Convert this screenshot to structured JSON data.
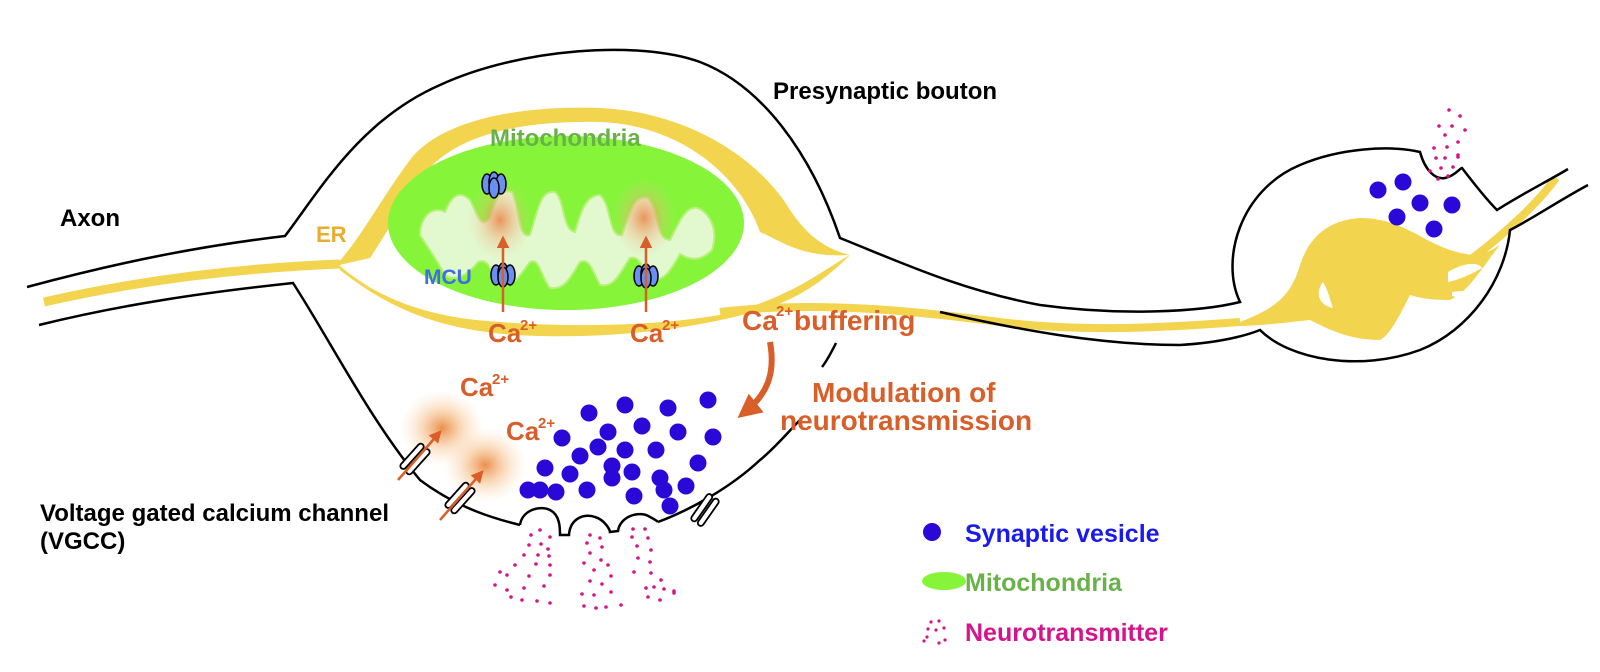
{
  "title": "Presynaptic bouton calcium buffering diagram",
  "labels": {
    "presynaptic_bouton": "Presynaptic bouton",
    "mitochondria": "Mitochondria",
    "axon": "Axon",
    "er": "ER",
    "mcu": "MCU",
    "ca": "Ca",
    "ca_charge": "2+",
    "ca_buffering_suffix": " buffering",
    "modulation_line1": "Modulation of",
    "modulation_line2": "neurotransmission",
    "vgcc_line1": "Voltage gated calcium channel",
    "vgcc_line2": "(VGCC)"
  },
  "legend": {
    "items": [
      {
        "label": "Synaptic vesicle",
        "icon": "vesicle-dot-icon"
      },
      {
        "label": "Mitochondria",
        "icon": "mitochondria-ellipse-icon"
      },
      {
        "label": "Neurotransmitter",
        "icon": "neurotransmitter-dots-icon"
      }
    ]
  },
  "colors": {
    "membrane": "#000000",
    "er": "#f3d44e",
    "mitochondria_outer": "#86f53a",
    "mitochondria_inner": "#e2f9cf",
    "vesicle": "#2a08d8",
    "neurotransmitter": "#d4148a",
    "calcium": "#d85e2a",
    "mcu": "#6a8ff0"
  },
  "counts": {
    "vesicles_main_bouton": 28,
    "vesicles_second_bouton": 6,
    "release_sites_main": 3,
    "release_sites_second": 1,
    "vgcc_active": 2,
    "vgcc_inactive": 1,
    "mcu_channels": 3
  }
}
